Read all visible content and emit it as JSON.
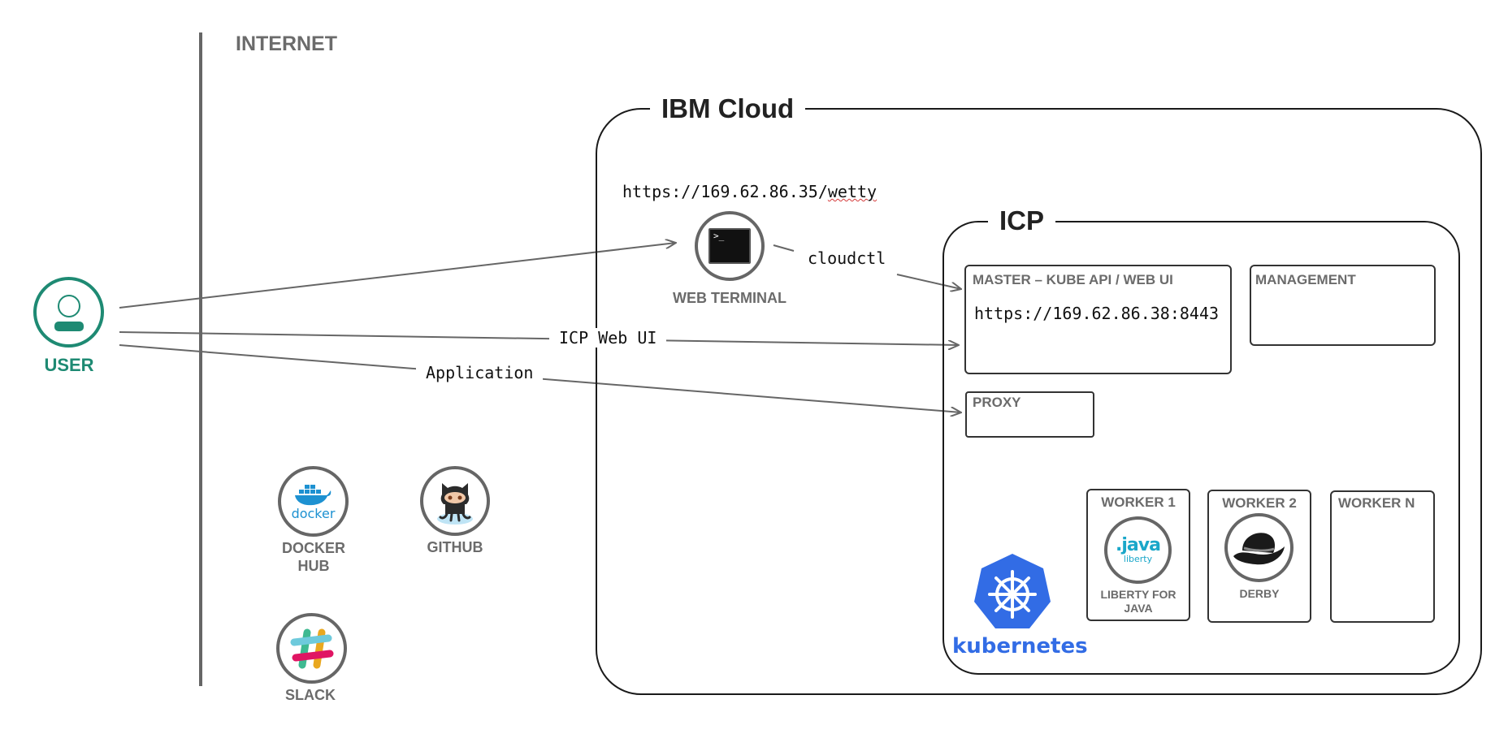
{
  "internet": {
    "label": "INTERNET"
  },
  "user": {
    "label": "USER",
    "color": "#1e8a73"
  },
  "ibm_cloud": {
    "title": "IBM Cloud"
  },
  "icp": {
    "title": "ICP"
  },
  "web_terminal": {
    "url_prefix": "https://169.62.86.35/",
    "url_suffix": "wetty",
    "label": "WEB TERMINAL",
    "prompt": ">_"
  },
  "connectors": {
    "cloudctl": "cloudctl",
    "icp_web_ui": "ICP Web UI",
    "application": "Application"
  },
  "master": {
    "label": "MASTER – KUBE API / WEB UI",
    "url": "https://169.62.86.38:8443"
  },
  "management": {
    "label": "MANAGEMENT"
  },
  "proxy": {
    "label": "PROXY"
  },
  "workers": [
    {
      "label": "WORKER 1",
      "app_label": "LIBERTY FOR JAVA",
      "logo_text": ".java",
      "logo_sub": "liberty"
    },
    {
      "label": "WORKER 2",
      "app_label": "DERBY"
    },
    {
      "label": "WORKER N"
    }
  ],
  "services": [
    {
      "label": "DOCKER HUB",
      "logo_text": "docker"
    },
    {
      "label": "GITHUB"
    },
    {
      "label": "SLACK"
    }
  ],
  "kubernetes": {
    "wordmark": "kubernetes",
    "color": "#326ce5"
  },
  "colors": {
    "line": "#666666",
    "frame": "#1a1a1a",
    "label_gray": "#6b6b6b"
  }
}
